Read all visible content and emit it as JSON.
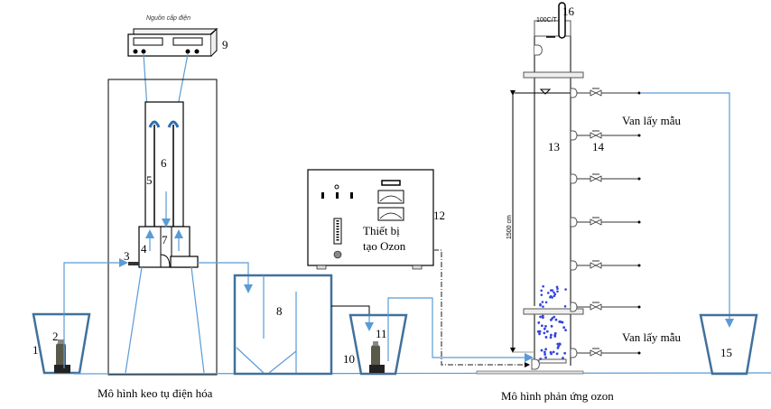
{
  "diagram": {
    "power_supply_label": "Nguồn cấp điện",
    "ozone_generator_label_line1": "Thiết   bị",
    "ozone_generator_label_line2": "tạo Ozon",
    "sampling_valve_top": "Van lấy mẫu",
    "sampling_valve_bottom": "Van lấy mẫu",
    "column_height": "1500 cm",
    "thermometer_scale": "100C/T",
    "caption_left": "Mô hình keo tụ điện hóa",
    "caption_right": "Mô hình phản ứng ozon",
    "numbers": {
      "n1": "1",
      "n2": "2",
      "n3": "3",
      "n4": "4",
      "n5": "5",
      "n6": "6",
      "n7": "7",
      "n8": "8",
      "n9": "9",
      "n10": "10",
      "n11": "11",
      "n12": "12",
      "n13": "13",
      "n14": "14",
      "n15": "15",
      "n16": "16"
    },
    "colors": {
      "flow_line": "#5b9bd5",
      "tank_outline": "#41719c",
      "bubbles": "#3344dd"
    }
  }
}
